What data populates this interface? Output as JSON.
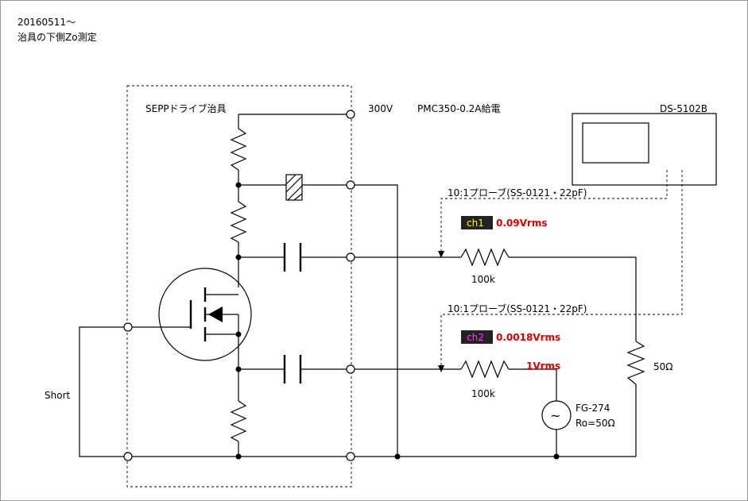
{
  "header": {
    "line1": "20160511～",
    "line2": "治具の下側Zo測定"
  },
  "jig": {
    "title": "SEPPドライブ治具"
  },
  "supply": {
    "voltage": "300V",
    "source": "PMC350-0.2A給電"
  },
  "scope": {
    "model": "DS-5102B"
  },
  "probe1": {
    "label": "10:1プローブ(SS-0121・22pF)",
    "channel": "ch1",
    "reading": "0.09Vrms",
    "channel_bg": "#222222",
    "channel_color": "#ffff00"
  },
  "probe2": {
    "label": "10:1プローブ(SS-0121・22pF)",
    "channel": "ch2",
    "reading": "0.0018Vrms",
    "channel_bg": "#222222",
    "channel_color": "#ff33ff"
  },
  "resistors": {
    "r1": "100k",
    "r2": "100k",
    "load": "50Ω"
  },
  "generator": {
    "model": "FG-274",
    "impedance": "Ro=50Ω",
    "amplitude": "1Vrms",
    "symbol": "~"
  },
  "short_label": "Short",
  "colors": {
    "reading": "#dd0000",
    "ink": "#000000"
  }
}
